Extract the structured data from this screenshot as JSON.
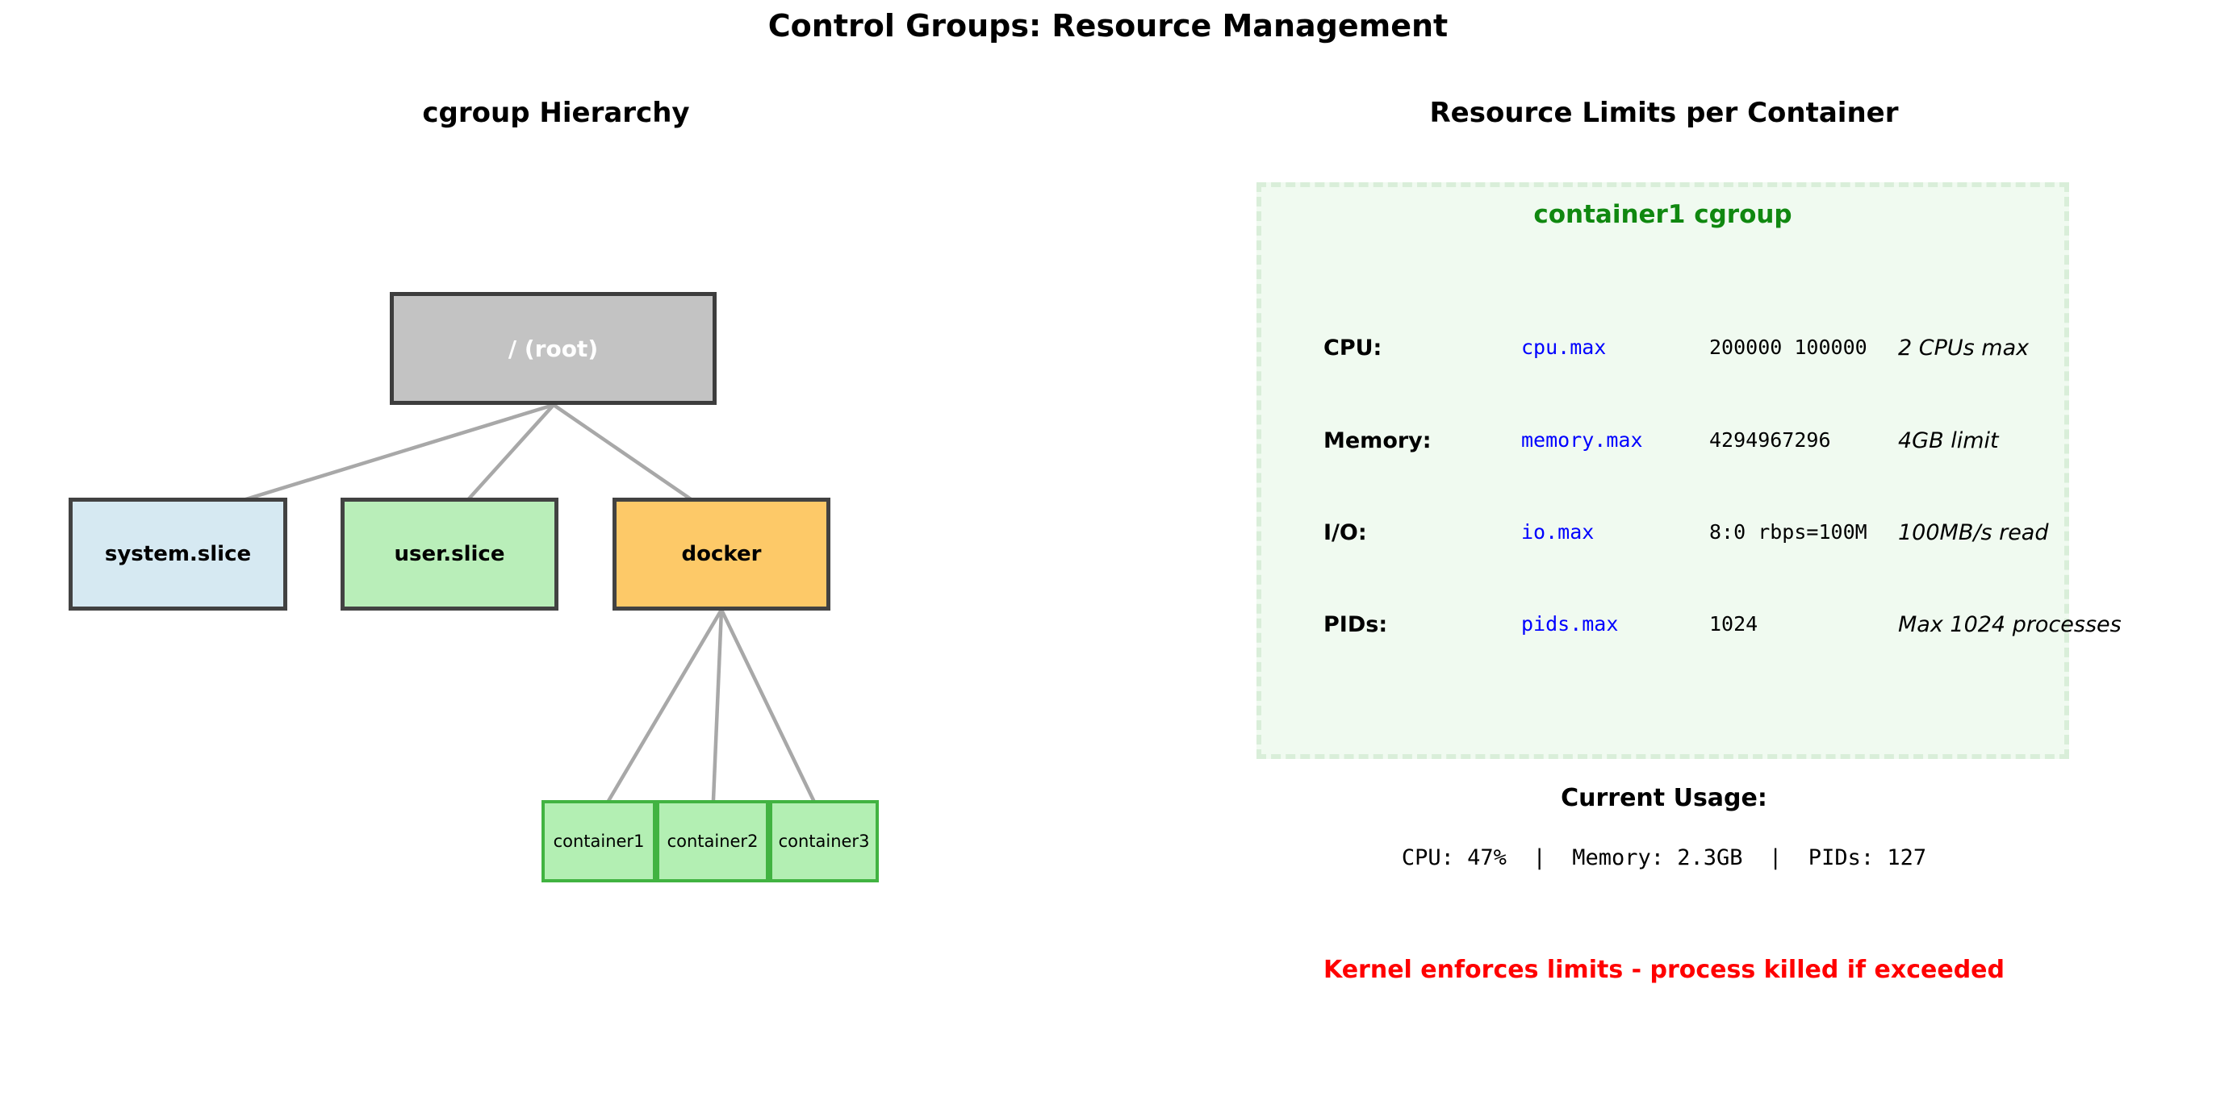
{
  "title": "Control Groups: Resource Management",
  "hierarchy": {
    "subtitle": "cgroup Hierarchy",
    "root": {
      "label": "/ (root)"
    },
    "children": [
      {
        "label": "system.slice"
      },
      {
        "label": "user.slice"
      },
      {
        "label": "docker"
      }
    ],
    "containers": [
      {
        "label": "container1"
      },
      {
        "label": "container2"
      },
      {
        "label": "container3"
      }
    ]
  },
  "limits": {
    "subtitle": "Resource Limits per Container",
    "panel_title": "container1 cgroup",
    "rows": [
      {
        "label": "CPU:",
        "file": "cpu.max",
        "value": "200000 100000",
        "note": "2 CPUs max"
      },
      {
        "label": "Memory:",
        "file": "memory.max",
        "value": "4294967296",
        "note": "4GB limit"
      },
      {
        "label": "I/O:",
        "file": "io.max",
        "value": "8:0 rbps=100M",
        "note": "100MB/s read"
      },
      {
        "label": "PIDs:",
        "file": "pids.max",
        "value": "1024",
        "note": "Max 1024 processes"
      }
    ],
    "usage_title": "Current Usage:",
    "usage_line": "CPU: 47%  |  Memory: 2.3GB  |  PIDs: 127"
  },
  "footer": {
    "warning": "Kernel enforces limits - process killed if exceeded"
  },
  "colors": {
    "root_fill": "#c3c3c3",
    "node_border": "#3d3d3d",
    "system_slice_fill": "#d6e9f2",
    "user_slice_fill": "#b9eeb9",
    "docker_fill": "#fdc968",
    "container_fill": "#b3efb3",
    "container_border": "#41b341",
    "panel_fill": "#f0faf0",
    "panel_border": "#d9eed9",
    "panel_title_green": "#108810",
    "cgroup_file_blue": "#0000ff",
    "warning_red": "#ff0000",
    "connector_gray": "#a8a8a8"
  }
}
